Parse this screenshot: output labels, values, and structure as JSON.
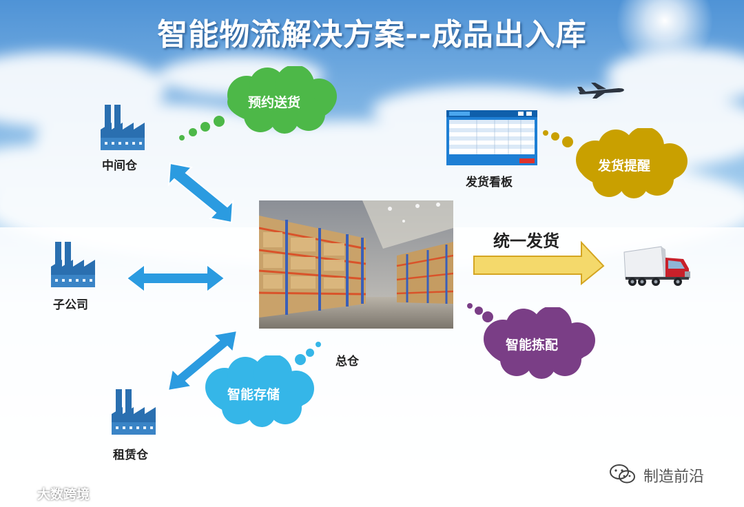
{
  "title": "智能物流解决方案--成品出入库",
  "nodes": {
    "intermediate_warehouse": "中间仓",
    "subsidiary": "子公司",
    "leased_warehouse": "租赁仓",
    "main_warehouse": "总仓",
    "dashboard": "发货看板",
    "unified_shipping": "统一发货"
  },
  "clouds": {
    "appointment_delivery": "预约送货",
    "shipping_reminder": "发货提醒",
    "smart_picking": "智能拣配",
    "smart_storage": "智能存储"
  },
  "watermarks": {
    "right": "制造前沿",
    "left": "大数跨境"
  },
  "colors": {
    "sky_top": "#5a9fdc",
    "sky_bottom": "#ffffff",
    "arrow_blue": "#2b9be0",
    "arrow_yellow": "#f4d96b",
    "cloud_green": "#4db848",
    "cloud_gold": "#c9a000",
    "cloud_purple": "#7a3e86",
    "cloud_cyan": "#35b6e8",
    "factory_blue": "#2a6fb0",
    "truck_red": "#c8202a"
  },
  "icons": {
    "factory": "factory-icon",
    "airplane": "airplane-icon",
    "truck": "truck-icon",
    "warehouse_photo": "warehouse-photo",
    "dashboard_screen": "dashboard-screen-icon"
  }
}
